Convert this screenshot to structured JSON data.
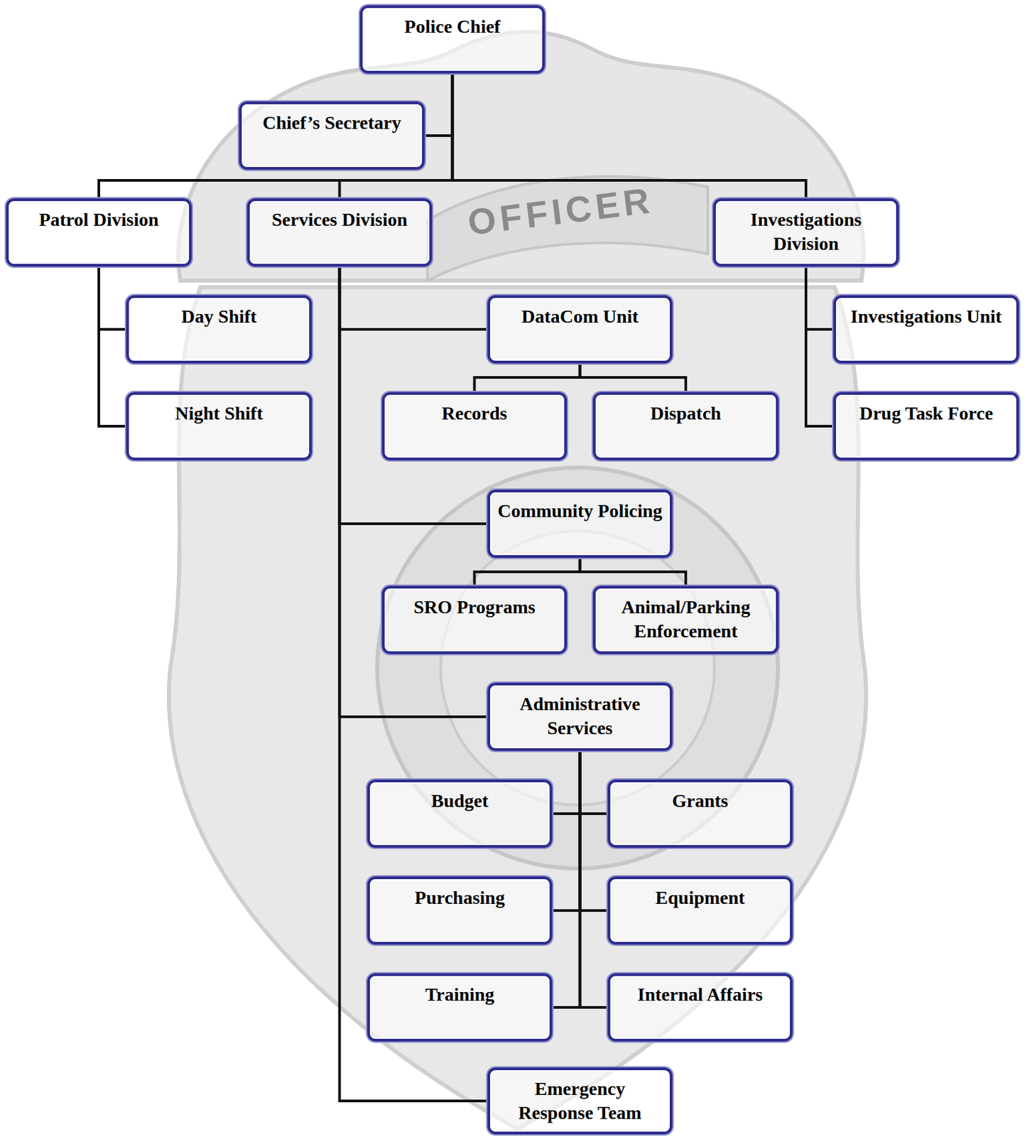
{
  "diagram": {
    "nodes": [
      {
        "text": [
          "Police Chief"
        ]
      },
      {
        "text": [
          "Chief’s Secretary"
        ]
      },
      {
        "text": [
          "Patrol Division"
        ]
      },
      {
        "text": [
          "Services Division"
        ]
      },
      {
        "text": [
          "Investigations Division"
        ]
      },
      {
        "text": [
          "Day Shift"
        ]
      },
      {
        "text": [
          "Night Shift"
        ]
      },
      {
        "text": [
          "DataCom Unit"
        ]
      },
      {
        "text": [
          "Records"
        ]
      },
      {
        "text": [
          "Dispatch"
        ]
      },
      {
        "text": [
          "Investigations Unit"
        ]
      },
      {
        "text": [
          "Drug Task Force"
        ]
      },
      {
        "text": [
          "Community Policing"
        ]
      },
      {
        "text": [
          "SRO Programs"
        ]
      },
      {
        "text": [
          "Animal/Parking Enforcement"
        ]
      },
      {
        "text": [
          "Administrative Services"
        ]
      },
      {
        "text": [
          "Budget"
        ]
      },
      {
        "text": [
          "Grants"
        ]
      },
      {
        "text": [
          "Purchasing"
        ]
      },
      {
        "text": [
          "Equipment"
        ]
      },
      {
        "text": [
          "Training"
        ]
      },
      {
        "text": [
          "Internal Affairs"
        ]
      },
      {
        "text": [
          "Emergency Response Team"
        ]
      }
    ],
    "edges": [
      {
        "from": 0,
        "to": 1,
        "arrow": "none"
      },
      {
        "from": 0,
        "to": 2,
        "arrow": "none"
      },
      {
        "from": 0,
        "to": 3,
        "arrow": "none"
      },
      {
        "from": 0,
        "to": 4,
        "arrow": "none"
      },
      {
        "from": 2,
        "to": 5,
        "arrow": "none"
      },
      {
        "from": 2,
        "to": 6,
        "arrow": "none"
      },
      {
        "from": 3,
        "to": 7,
        "arrow": "none"
      },
      {
        "from": 7,
        "to": 8,
        "arrow": "none"
      },
      {
        "from": 7,
        "to": 9,
        "arrow": "none"
      },
      {
        "from": 4,
        "to": 10,
        "arrow": "none"
      },
      {
        "from": 4,
        "to": 11,
        "arrow": "none"
      },
      {
        "from": 3,
        "to": 12,
        "arrow": "none"
      },
      {
        "from": 12,
        "to": 13,
        "arrow": "none"
      },
      {
        "from": 12,
        "to": 14,
        "arrow": "none"
      },
      {
        "from": 3,
        "to": 15,
        "arrow": "none"
      },
      {
        "from": 15,
        "to": 16,
        "arrow": "none"
      },
      {
        "from": 15,
        "to": 17,
        "arrow": "none"
      },
      {
        "from": 15,
        "to": 18,
        "arrow": "none"
      },
      {
        "from": 15,
        "to": 19,
        "arrow": "none"
      },
      {
        "from": 15,
        "to": 20,
        "arrow": "none"
      },
      {
        "from": 15,
        "to": 21,
        "arrow": "none"
      },
      {
        "from": 3,
        "to": 22,
        "arrow": "none"
      }
    ],
    "labels": [
      "OFFICER"
    ]
  }
}
